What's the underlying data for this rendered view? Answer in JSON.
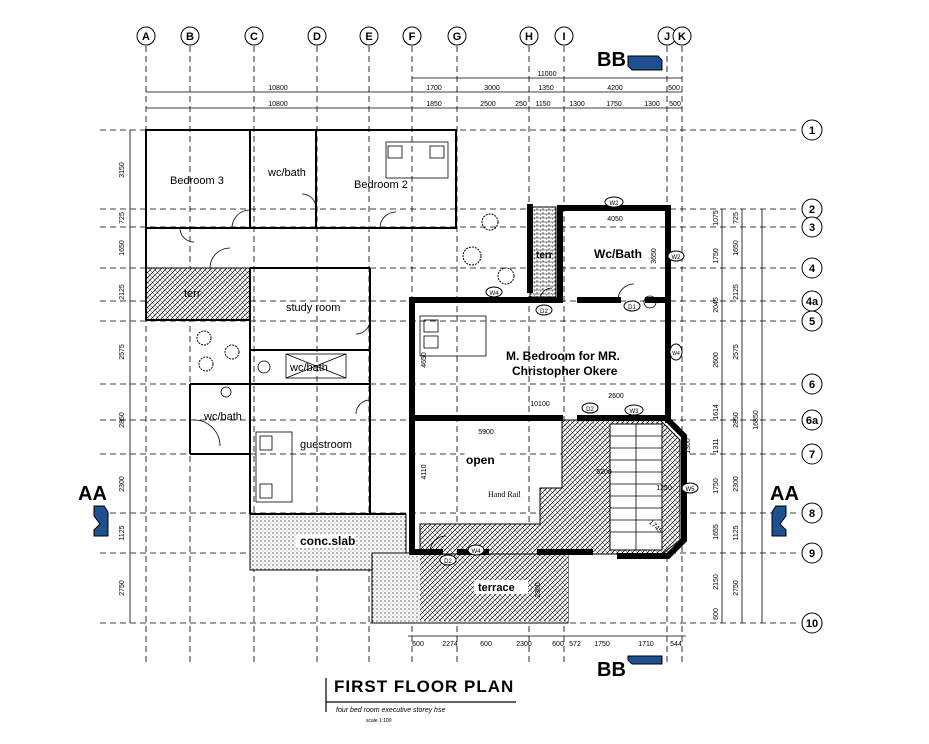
{
  "title": "FIRST FLOOR PLAN",
  "subtitle": "four bed room executive storey hse",
  "scale": "scale 1:100",
  "section_marks": {
    "bb": "BB",
    "aa": "AA"
  },
  "grid_cols": [
    "A",
    "B",
    "C",
    "D",
    "E",
    "F",
    "G",
    "H",
    "I",
    "J",
    "K"
  ],
  "grid_rows": [
    "1",
    "2",
    "3",
    "4",
    "4a",
    "5",
    "6",
    "6a",
    "7",
    "8",
    "9",
    "10"
  ],
  "rooms": {
    "bedroom3": "Bedroom  3",
    "wcbath1": "wc/bath",
    "bedroom2": "Bedroom  2",
    "wcbath_master": "Wc/Bath",
    "terr1": "terr",
    "terr2": "terr",
    "study": "study room",
    "wcbath2": "wc/bath",
    "wcbath3": "wc/bath",
    "guestroom": "guestroom",
    "master1": "M. Bedroom for MR.",
    "master2": "Christopher Okere",
    "open": "open",
    "handrail": "Hand Rail",
    "concslab": "conc.slab",
    "terrace": "terrace"
  },
  "top_dims": {
    "total": "11000",
    "l1a": "10800",
    "l1b": "1700",
    "l1c": "3000",
    "l1d": "1350",
    "l1e": "4200",
    "l1f": "500",
    "l2a": "10800",
    "l2b": "1850",
    "l2c": "2500",
    "l2d": "250",
    "l2e": "1150",
    "l2f": "1300",
    "l2g": "1750",
    "l2h": "1300",
    "l2i": "500"
  },
  "bottom_dims": [
    "600",
    "2274",
    "600",
    "2300",
    "600",
    "572",
    "1750",
    "1710",
    "544"
  ],
  "left_dims": [
    "3150",
    "725",
    "1650",
    "2125",
    "2575",
    "2850",
    "2300",
    "1125",
    "2750"
  ],
  "right_dims_a": [
    "1075",
    "1750",
    "2045",
    "2600",
    "1614",
    "1311",
    "1750",
    "1655",
    "2150",
    "600"
  ],
  "right_dims_b": [
    "725",
    "1650",
    "2125",
    "2575",
    "2850",
    "2300",
    "1125",
    "2750"
  ],
  "right_total": "16850",
  "inner_dims": {
    "d4050": "4050",
    "d3650": "3650",
    "d4650": "4650",
    "d10100": "10100",
    "d2600": "2600",
    "d5900": "5900",
    "d4110": "4110",
    "d5200": "5200",
    "d2300": "2300",
    "d1300": "1300",
    "d1250": "1250",
    "d1745": "1745"
  },
  "window_tags": {
    "w2a": "W2",
    "w2b": "W2",
    "w3": "W3",
    "w4a": "W4",
    "w4b": "W4",
    "w4c": "W4",
    "w5": "W5",
    "d1": "D1",
    "d2a": "D2",
    "d2b": "D2",
    "d2c": "D2"
  }
}
